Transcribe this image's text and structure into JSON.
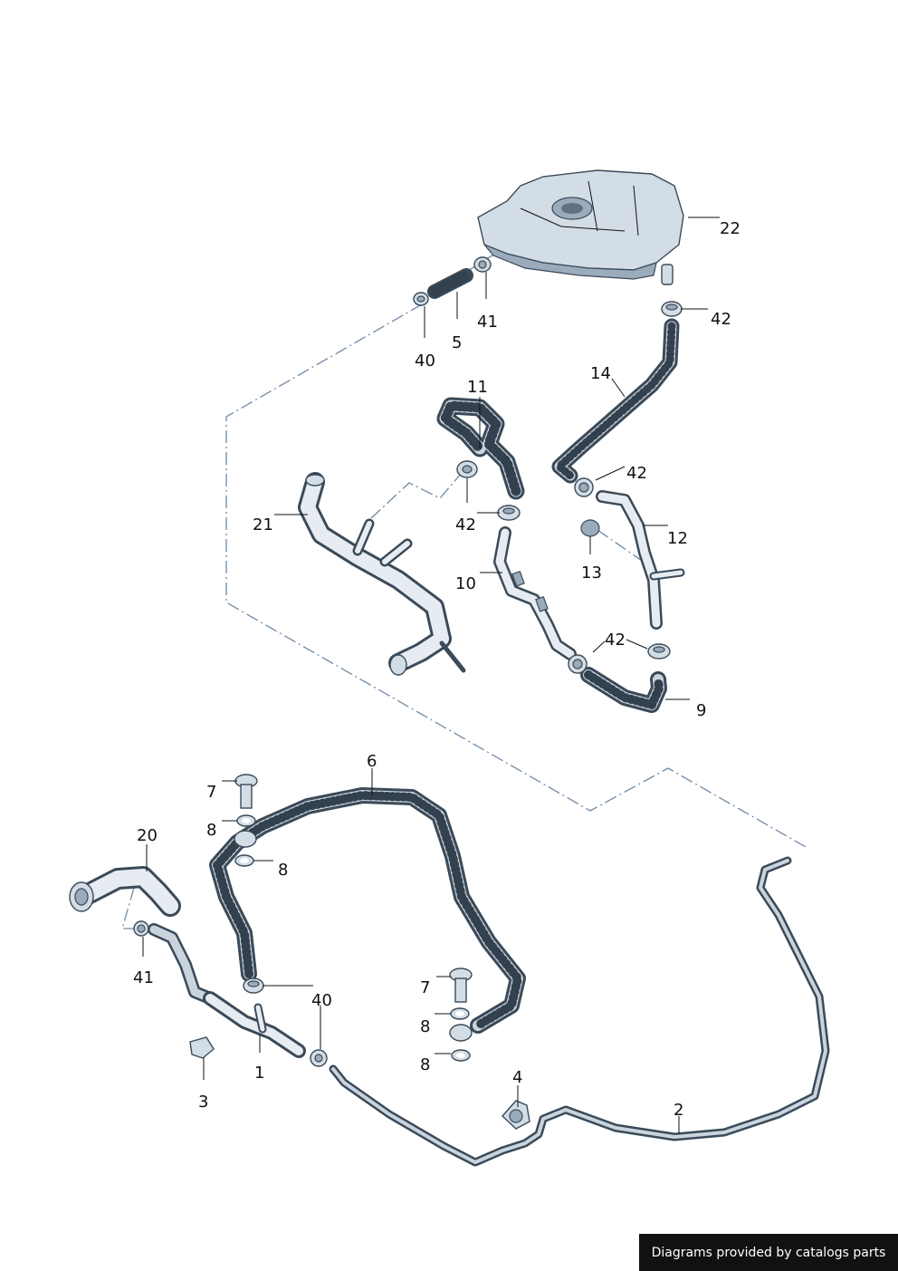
{
  "labels": {
    "p1": "1",
    "p2": "2",
    "p3": "3",
    "p4": "4",
    "p5": "5",
    "p6": "6",
    "p7a": "7",
    "p7b": "7",
    "p8a": "8",
    "p8b": "8",
    "p8c": "8",
    "p8d": "8",
    "p9": "9",
    "p10": "10",
    "p11": "11",
    "p12": "12",
    "p13": "13",
    "p14": "14",
    "p20": "20",
    "p21": "21",
    "p22": "22",
    "p40a": "40",
    "p40b": "40",
    "p41a": "41",
    "p41b": "41",
    "p42a": "42",
    "p42b": "42",
    "p42c": "42",
    "p42d": "42"
  },
  "credit": "Diagrams provided by catalogs parts",
  "colors": {
    "line": "#3b4a58",
    "fill": "#d3dde6",
    "dash": "#6d8aa8",
    "credit_bg": "#111111"
  }
}
